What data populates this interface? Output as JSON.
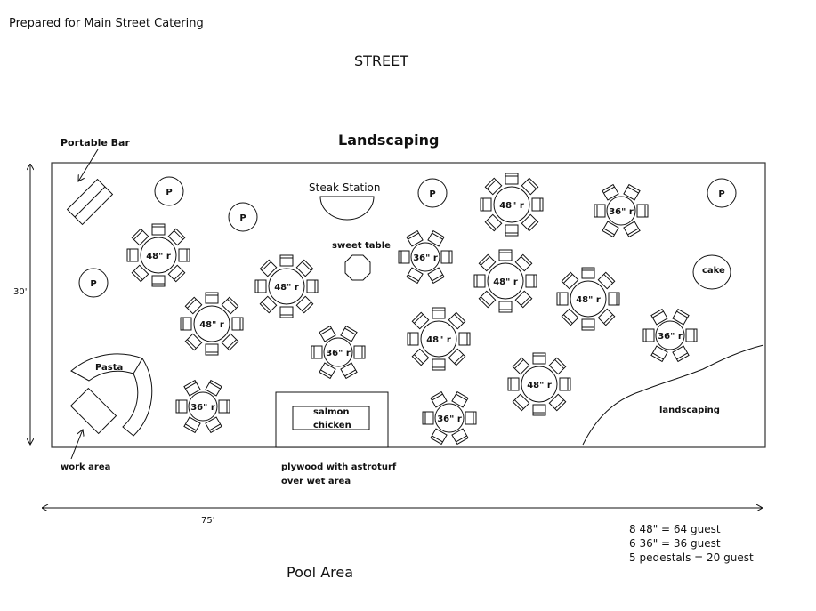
{
  "header": {
    "prepared_for": "Prepared for Main Street Catering",
    "street": "STREET",
    "landscaping_top": "Landscaping",
    "pool_area": "Pool Area"
  },
  "labels": {
    "portable_bar": "Portable Bar",
    "steak_station": "Steak Station",
    "sweet_table": "sweet table",
    "cake": "cake",
    "pasta": "Pasta",
    "salmon": "salmon",
    "chicken": "chicken",
    "work_area": "work area",
    "plywood_1": "plywood with astroturf",
    "plywood_2": "over wet area",
    "landscaping_area": "landscaping",
    "pedestal": "P",
    "table48": "48\" r",
    "table36": "36\" r"
  },
  "dimensions": {
    "height": "30'",
    "width": "75'"
  },
  "legend": [
    "8 48\" = 64 guest",
    "6 36\" = 36 guest",
    "5 pedestals = 20 guest"
  ]
}
